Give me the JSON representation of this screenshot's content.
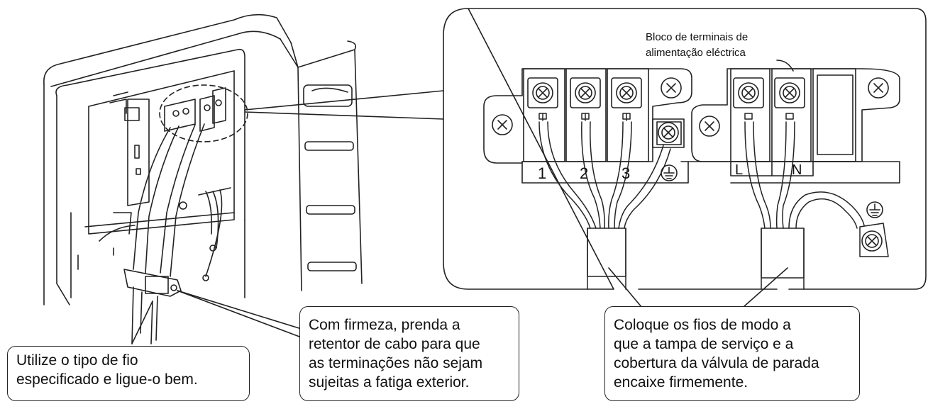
{
  "annotation": {
    "terminal_block_label": [
      "Bloco de terminais de",
      "alimentação eléctrica"
    ],
    "terminal_numbers": [
      "1",
      "2",
      "3"
    ],
    "power_terminals": [
      "L",
      "N"
    ]
  },
  "callouts": {
    "wire_type": [
      "Utilize o tipo de fio",
      "especificado e ligue-o bem."
    ],
    "cable_retainer": [
      "Com firmeza, prenda a",
      "retentor de cabo para que",
      "as terminações não sejam",
      "sujeitas a fatiga exterior."
    ],
    "wire_placement": [
      "Coloque os fios de modo a",
      "que a tampa de serviço e a",
      "cobertura da válvula de parada",
      "encaixe firmemente."
    ]
  }
}
